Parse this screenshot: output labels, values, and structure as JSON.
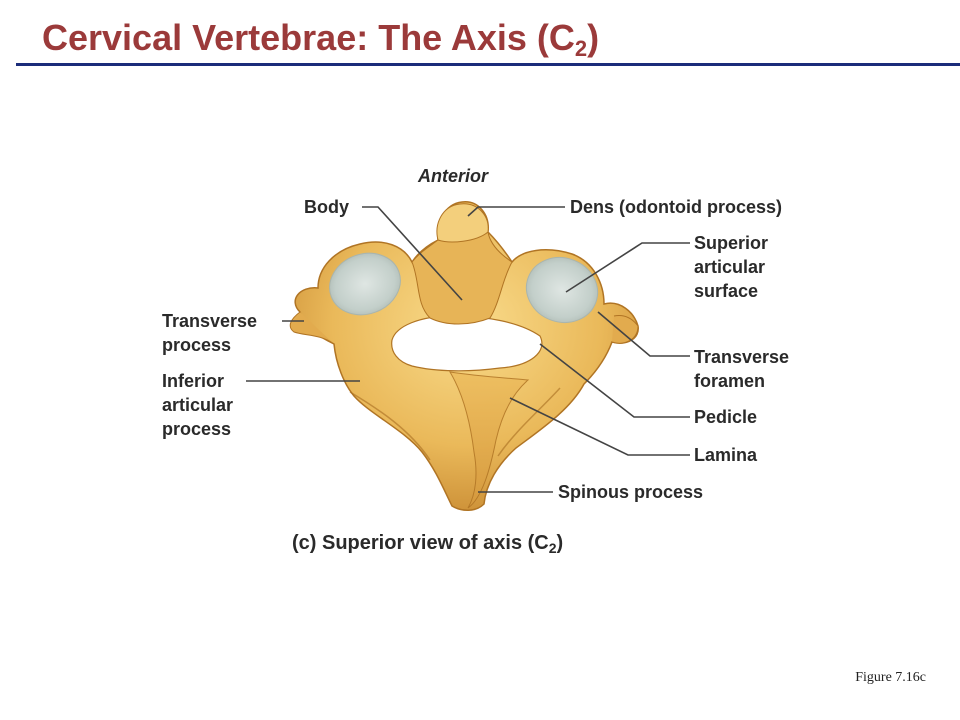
{
  "title": {
    "main": "Cervical Vertebrae: The Axis (C",
    "sub": "2",
    "close": ")"
  },
  "labels": {
    "anterior": "Anterior",
    "body": "Body",
    "dens": "Dens (odontoid process)",
    "superior_articular_surface": "Superior articular surface",
    "transverse_process": "Transverse process",
    "inferior_articular_process": "Inferior articular process",
    "transverse_foramen": "Transverse foramen",
    "pedicle": "Pedicle",
    "lamina": "Lamina",
    "spinous_process": "Spinous process"
  },
  "caption": {
    "main": "(c) Superior view of axis (C",
    "sub": "2",
    "close": ")"
  },
  "figure_ref": "Figure 7.16c",
  "colors": {
    "title": "#9b3a3a",
    "rule": "#1b2c7a",
    "bone_light": "#f6d27a",
    "bone_mid": "#e3ad4c",
    "bone_dark": "#b87a26",
    "cartilage": "#c9d3cf",
    "leader": "#444444"
  }
}
